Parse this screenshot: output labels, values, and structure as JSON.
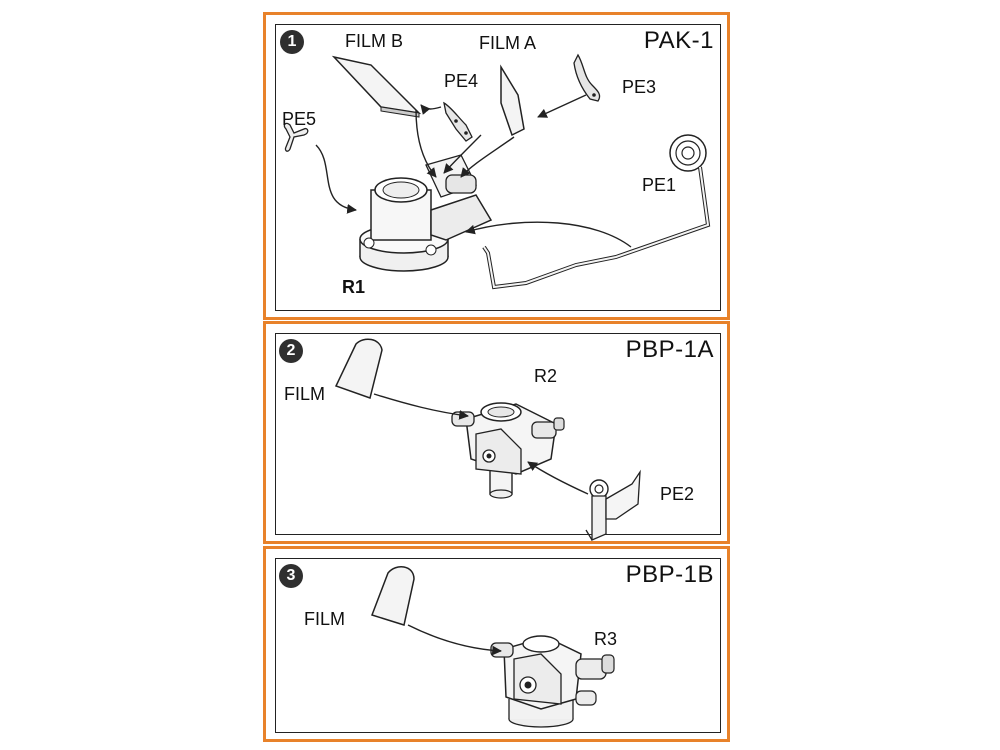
{
  "colors": {
    "frame": "#E8822A",
    "badge": "#2f2f2f",
    "line": "#222222"
  },
  "steps": [
    {
      "number": "1",
      "model": "PAK-1",
      "labels": {
        "film_b": "FILM B",
        "film_a": "FILM A",
        "pe4": "PE4",
        "pe3": "PE3",
        "pe5": "PE5",
        "pe1": "PE1",
        "r1": "R1"
      }
    },
    {
      "number": "2",
      "model": "PBP-1A",
      "labels": {
        "film": "FILM",
        "r2": "R2",
        "pe2": "PE2"
      }
    },
    {
      "number": "3",
      "model": "PBP-1B",
      "labels": {
        "film": "FILM",
        "r3": "R3"
      }
    }
  ]
}
